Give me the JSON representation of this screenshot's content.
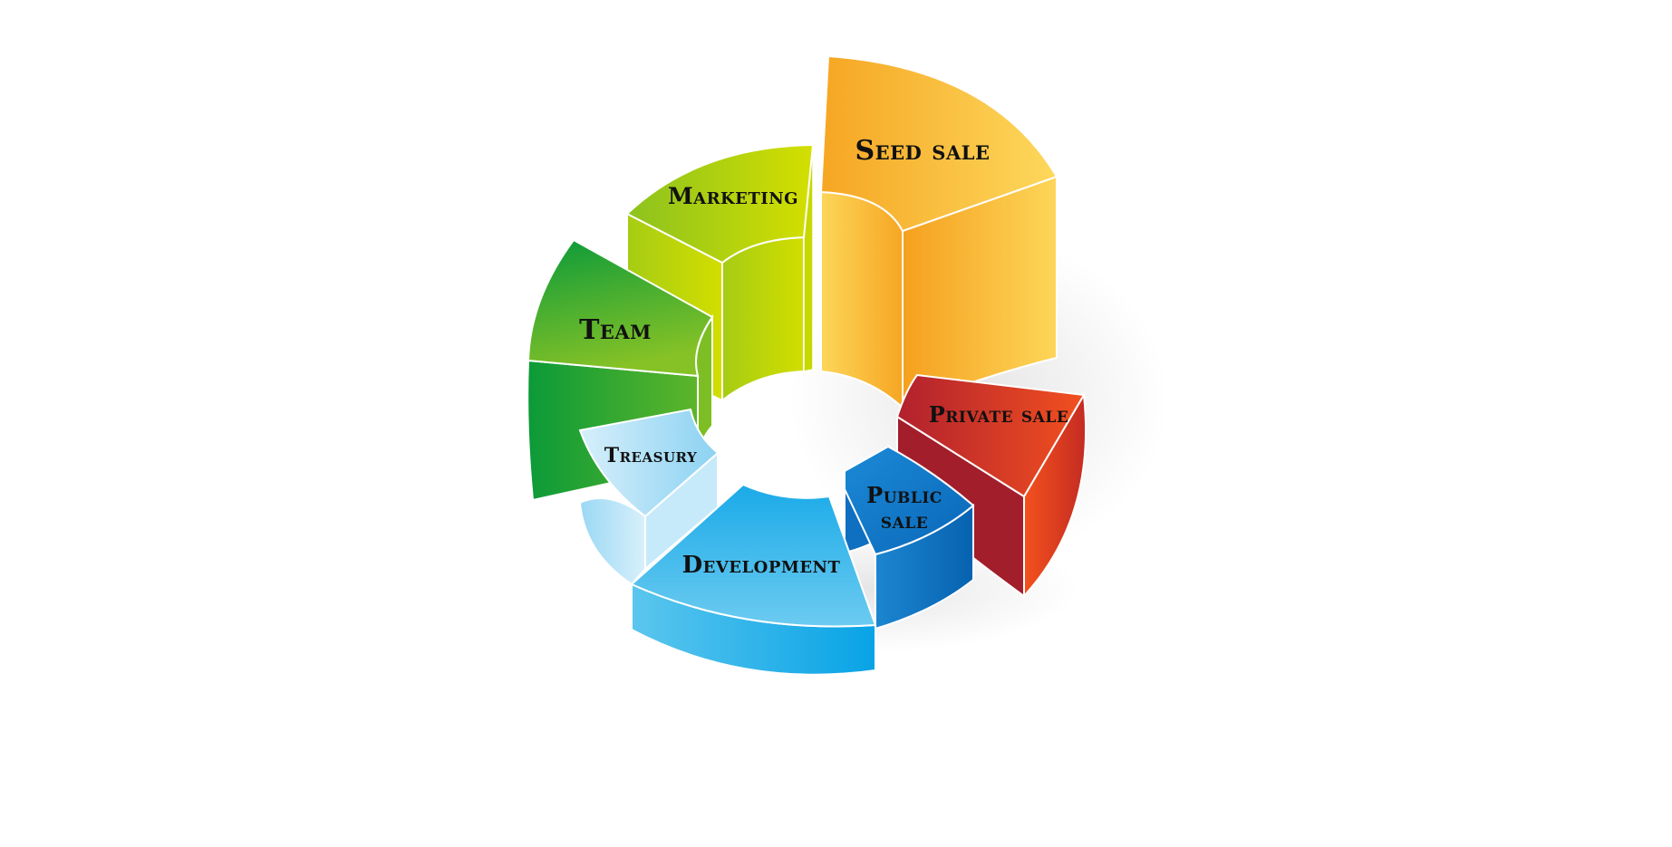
{
  "chart_data": {
    "type": "pie",
    "style": "3d-donut",
    "title": "",
    "categories": [
      "Seed sale",
      "Private sale",
      "Public sale",
      "Development",
      "Treasury",
      "Team",
      "Marketing"
    ],
    "segments": [
      {
        "label": "Seed sale",
        "colors": [
          "#F6A623",
          "#FDD85C"
        ]
      },
      {
        "label": "Private sale",
        "colors": [
          "#9E1C2A",
          "#F4511E"
        ]
      },
      {
        "label": "Public sale",
        "colors": [
          "#0A66B8",
          "#1A8FD8"
        ]
      },
      {
        "label": "Development",
        "colors": [
          "#16A6E8",
          "#6CCBF0"
        ]
      },
      {
        "label": "Treasury",
        "colors": [
          "#8FD3F3",
          "#D4EEFA"
        ]
      },
      {
        "label": "Team",
        "colors": [
          "#0A9A3A",
          "#86C226"
        ]
      },
      {
        "label": "Marketing",
        "colors": [
          "#8CC21F",
          "#D2DE00"
        ]
      }
    ]
  }
}
